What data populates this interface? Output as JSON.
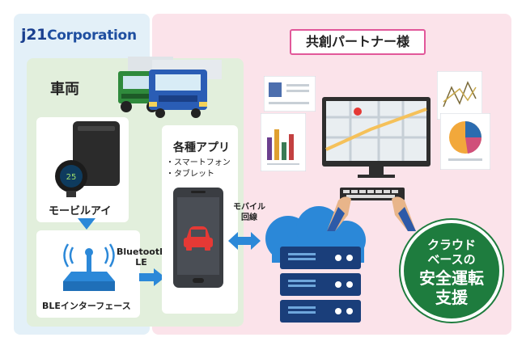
{
  "logo": {
    "prefix": "j21",
    "suffix": "Corporation"
  },
  "partner": {
    "label": "共創パートナー様"
  },
  "vehicle": {
    "label": "車両"
  },
  "device": {
    "label": "モービルアイ"
  },
  "ble": {
    "label": "BLEインターフェース"
  },
  "apps": {
    "title": "各種アプリ",
    "items": [
      "・スマートフォン",
      "・タブレット"
    ]
  },
  "bluetooth": {
    "line1": "Bluetooth",
    "line2": "LE"
  },
  "mobile_line": {
    "line1": "モバイル",
    "line2": "回線"
  },
  "cloud_badge": {
    "line1": "クラウド",
    "line2": "ベースの",
    "line3": "安全運転",
    "line4": "支援"
  },
  "colors": {
    "brand_blue": "#1f4fa0",
    "accent_blue": "#2b88d8",
    "partner_pink": "#e2589a",
    "badge_green": "#1e7c3e"
  }
}
